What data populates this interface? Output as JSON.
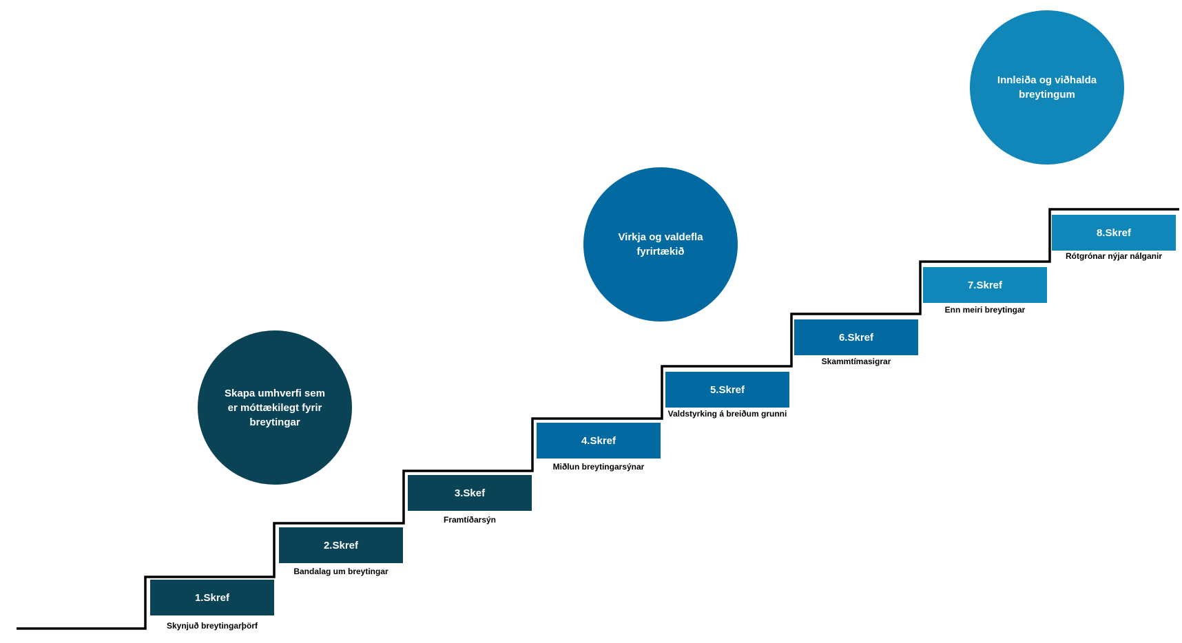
{
  "colors": {
    "dark_teal": "#0a4256",
    "mid_blue": "#0369a1",
    "light_blue": "#1186b8",
    "stair_line": "#000000"
  },
  "phases": [
    {
      "label": "Skapa umhverfi sem er móttækilegt fyrir breytingar",
      "color": "#0a4256"
    },
    {
      "label": "Virkja og valdefla fyrirtækið",
      "color": "#0369a1"
    },
    {
      "label": "Innleiða og viðhalda breytingum",
      "color": "#1186b8"
    }
  ],
  "steps": [
    {
      "label": "1.Skref",
      "caption": "Skynjuð breytingarþörf",
      "color": "#0a4256"
    },
    {
      "label": "2.Skref",
      "caption": "Bandalag um breytingar",
      "color": "#0a4256"
    },
    {
      "label": "3.Skef",
      "caption": "Framtíðarsýn",
      "color": "#0a4256"
    },
    {
      "label": "4.Skref",
      "caption": "Miðlun breytingarsýnar",
      "color": "#0369a1"
    },
    {
      "label": "5.Skref",
      "caption": "Valdstyrking á breiðum grunni",
      "color": "#0369a1"
    },
    {
      "label": "6.Skref",
      "caption": "Skammtímasigrar",
      "color": "#0369a1"
    },
    {
      "label": "7.Skref",
      "caption": "Enn meiri breytingar",
      "color": "#1186b8"
    },
    {
      "label": "8.Skref",
      "caption": "Rótgrónar nýjar nálganir",
      "color": "#1186b8"
    }
  ]
}
